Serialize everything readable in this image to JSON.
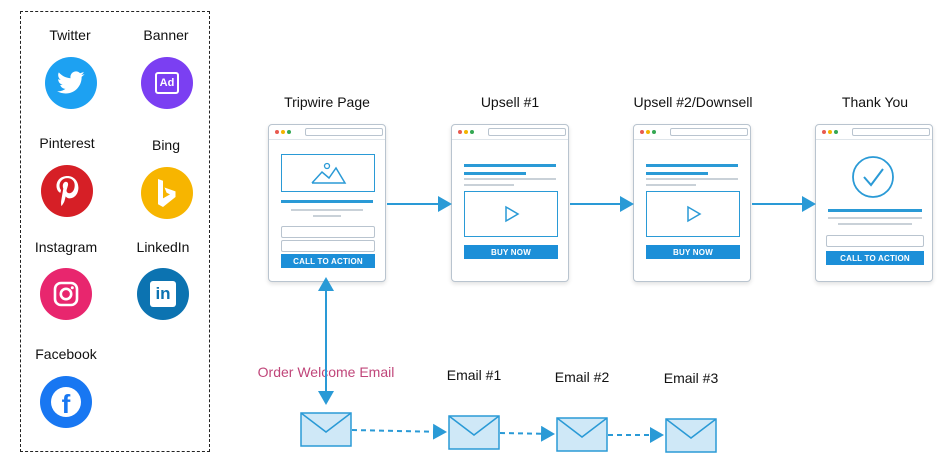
{
  "sources": [
    {
      "label": "Twitter",
      "icon": "twitter-icon",
      "color": "#1da1f2"
    },
    {
      "label": "Banner",
      "icon": "ad-icon",
      "color": "#7b3ff2",
      "icon_text": "Ad"
    },
    {
      "label": "Pinterest",
      "icon": "pinterest-icon",
      "color": "#d61f26"
    },
    {
      "label": "Bing",
      "icon": "bing-icon",
      "color": "#f7b500"
    },
    {
      "label": "Instagram",
      "icon": "instagram-icon",
      "color": "#e8266e"
    },
    {
      "label": "LinkedIn",
      "icon": "linkedin-icon",
      "color": "#0c73b1",
      "icon_text": "in"
    },
    {
      "label": "Facebook",
      "icon": "facebook-icon",
      "color": "#1877f2",
      "icon_text": "f"
    }
  ],
  "funnel": [
    {
      "title": "Tripwire Page",
      "button": "CALL TO ACTION"
    },
    {
      "title": "Upsell #1",
      "button": "BUY NOW"
    },
    {
      "title": "Upsell #2/Downsell",
      "button": "BUY NOW"
    },
    {
      "title": "Thank You",
      "button": "CALL TO ACTION"
    }
  ],
  "emails": [
    {
      "label": "Order Welcome Email"
    },
    {
      "label": "Email #1"
    },
    {
      "label": "Email #2"
    },
    {
      "label": "Email #3"
    }
  ],
  "colors": {
    "accent": "#2a9ad6",
    "button": "#1c8fd8",
    "pink_label": "#c0467a",
    "envelope": "#cfe8f7"
  }
}
